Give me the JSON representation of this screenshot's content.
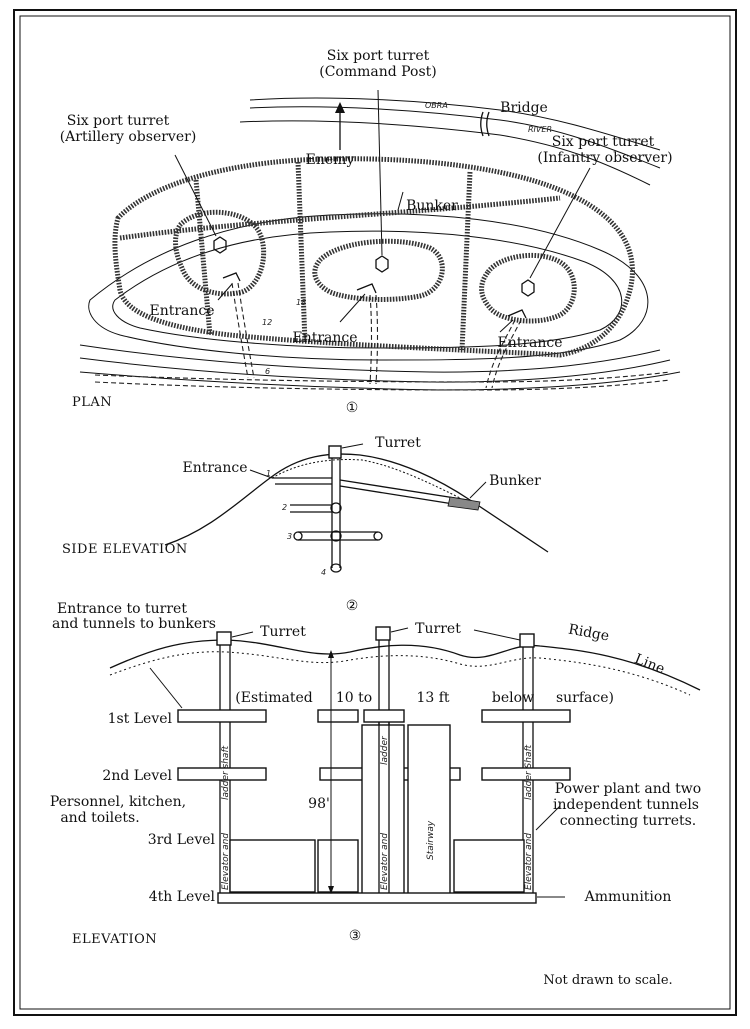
{
  "plan": {
    "turret_artillery": "Six port turret",
    "turret_artillery_sub": "(Artillery observer)",
    "turret_command": "Six port turret",
    "turret_command_sub": "(Command Post)",
    "turret_infantry": "Six port turret",
    "turret_infantry_sub": "(Infantry observer)",
    "enemy": "Enemy",
    "bridge": "Bridge",
    "river_1": "OBRA",
    "river_2": "RIVER",
    "bunker": "Bunker",
    "entrance_1": "Entrance",
    "entrance_2": "Entrance",
    "entrance_3": "Entrance",
    "contour_18": "18",
    "contour_12": "12",
    "contour_6": "6",
    "caption": "PLAN",
    "number": "①"
  },
  "side": {
    "turret": "Turret",
    "entrance": "Entrance",
    "bunker": "Bunker",
    "level_1": "1",
    "level_2": "2",
    "level_3": "3",
    "level_4": "4",
    "caption": "SIDE ELEVATION",
    "number": "②"
  },
  "elev": {
    "entrance_line1": "Entrance to turret",
    "entrance_line2": "and tunnels to bunkers",
    "turret_1": "Turret",
    "turret_2": "Turret",
    "ridge": "Ridge",
    "line": "Line",
    "est_1": "(Estimated",
    "est_2": "10 to",
    "est_3": "13 ft",
    "est_4": "below",
    "est_5": "surface)",
    "level_1": "1st Level",
    "level_2": "2nd Level",
    "level_3": "3rd Level",
    "level_4": "4th Level",
    "personnel_1": "Personnel, kitchen,",
    "personnel_2": "and toilets.",
    "power_1": "Power plant and two",
    "power_2": "independent tunnels",
    "power_3": "connecting turrets.",
    "ammunition": "Ammunition",
    "depth": "98'",
    "shaft_left_top": "ladder shaft",
    "shaft_left_bottom": "Elevator and",
    "shaft_mid_top": "ladder",
    "shaft_mid_bottom": "Elevator and",
    "stairway": "Stairway",
    "shaft_right_top": "ladder Shaft",
    "shaft_right_bottom": "Elevator and",
    "caption": "ELEVATION",
    "number": "③",
    "note": "Not drawn to scale."
  }
}
